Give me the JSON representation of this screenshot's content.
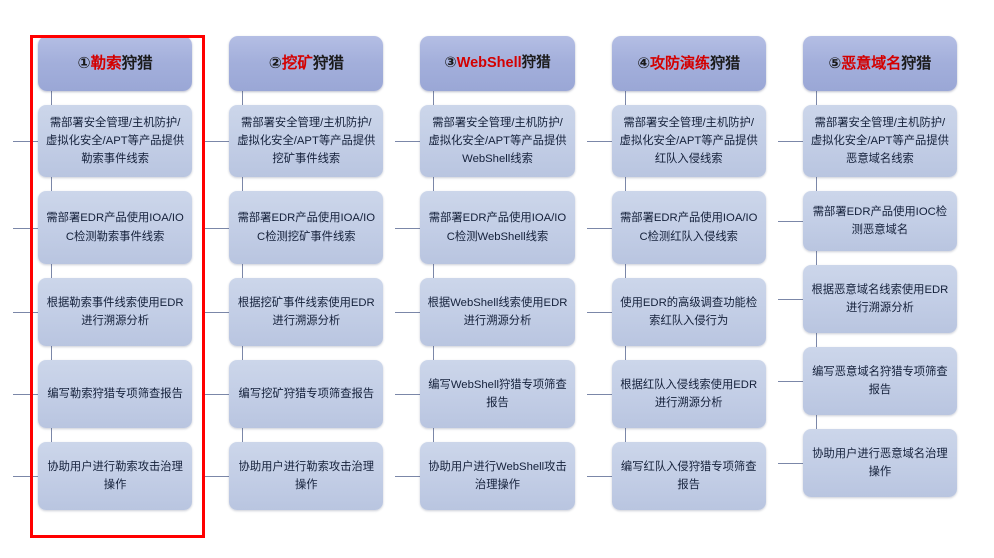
{
  "diagram": {
    "title_note": "狩猎服务场景流程图",
    "accent_header": "#a3afdb",
    "accent_body": "#c3cee6",
    "accent_keyword": "#d40000",
    "highlight_border": "#ff0000",
    "connector": "#7b87a8"
  },
  "columns": [
    {
      "header": {
        "num": "①",
        "keyword": "勒索",
        "tail": "狩猎"
      },
      "highlighted": true,
      "items": [
        "需部署安全管理/主机防护/虚拟化安全/APT等产品提供勒索事件线索",
        "需部署EDR产品使用IOA/IOC检测勒索事件线索",
        "根据勒索事件线索使用EDR进行溯源分析",
        "编写勒索狩猎专项筛查报告",
        "协助用户进行勒索攻击治理操作"
      ]
    },
    {
      "header": {
        "num": "②",
        "keyword": "挖矿",
        "tail": "狩猎"
      },
      "highlighted": false,
      "items": [
        "需部署安全管理/主机防护/虚拟化安全/APT等产品提供挖矿事件线索",
        "需部署EDR产品使用IOA/IOC检测挖矿事件线索",
        "根据挖矿事件线索使用EDR进行溯源分析",
        "编写挖矿狩猎专项筛查报告",
        "协助用户进行勒索攻击治理操作"
      ]
    },
    {
      "header": {
        "num": "③",
        "keyword": "WebShell",
        "tail": "狩猎"
      },
      "highlighted": false,
      "items": [
        "需部署安全管理/主机防护/虚拟化安全/APT等产品提供WebShell线索",
        "需部署EDR产品使用IOA/IOC检测WebShell线索",
        "根据WebShell线索使用EDR进行溯源分析",
        "编写WebShell狩猎专项筛查报告",
        "协助用户进行WebShell攻击治理操作"
      ]
    },
    {
      "header": {
        "num": "④",
        "keyword": "攻防演练",
        "tail": "狩猎"
      },
      "highlighted": false,
      "items": [
        "需部署安全管理/主机防护/虚拟化安全/APT等产品提供红队入侵线索",
        "需部署EDR产品使用IOA/IOC检测红队入侵线索",
        "使用EDR的高级调查功能检索红队入侵行为",
        "根据红队入侵线索使用EDR进行溯源分析",
        "编写红队入侵狩猎专项筛查报告"
      ]
    },
    {
      "header": {
        "num": "⑤",
        "keyword": "恶意域名",
        "tail": "狩猎"
      },
      "highlighted": false,
      "items": [
        "需部署安全管理/主机防护/虚拟化安全/APT等产品提供恶意域名线索",
        "需部署EDR产品使用IOC检测恶意域名",
        "根据恶意域名线索使用EDR进行溯源分析",
        "编写恶意域名狩猎专项筛查报告",
        "协助用户进行恶意域名治理操作"
      ]
    }
  ]
}
